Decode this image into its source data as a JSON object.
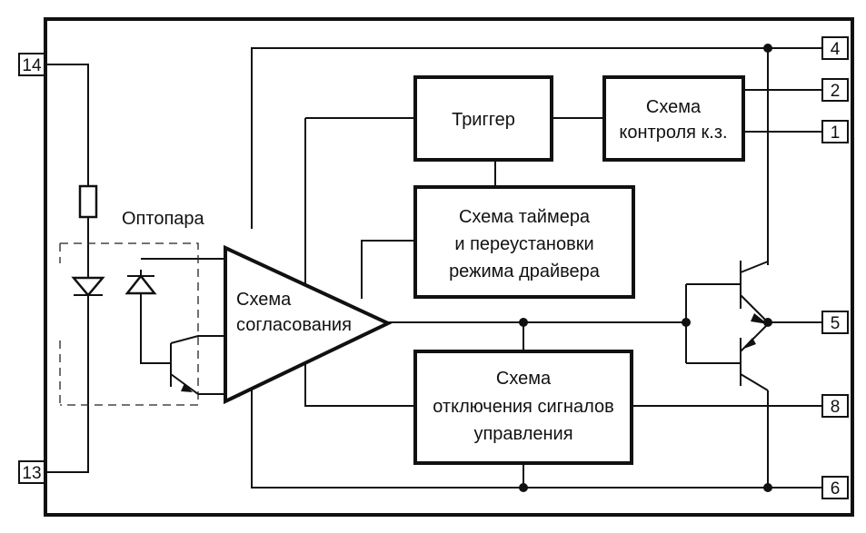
{
  "blocks": {
    "trigger": "Триггер",
    "sc_line1": "Схема",
    "sc_line2": "контроля к.з.",
    "timer_line1": "Схема таймера",
    "timer_line2": "и переустановки",
    "timer_line3": "режима драйвера",
    "match_line1": "Схема",
    "match_line2": "согласования",
    "shutdown_line1": "Схема",
    "shutdown_line2": "отключения сигналов",
    "shutdown_line3": "управления",
    "optocoupler": "Оптопара"
  },
  "pins": {
    "p14": "14",
    "p13": "13",
    "p4": "4",
    "p2": "2",
    "p1": "1",
    "p5": "5",
    "p8": "8",
    "p6": "6"
  }
}
